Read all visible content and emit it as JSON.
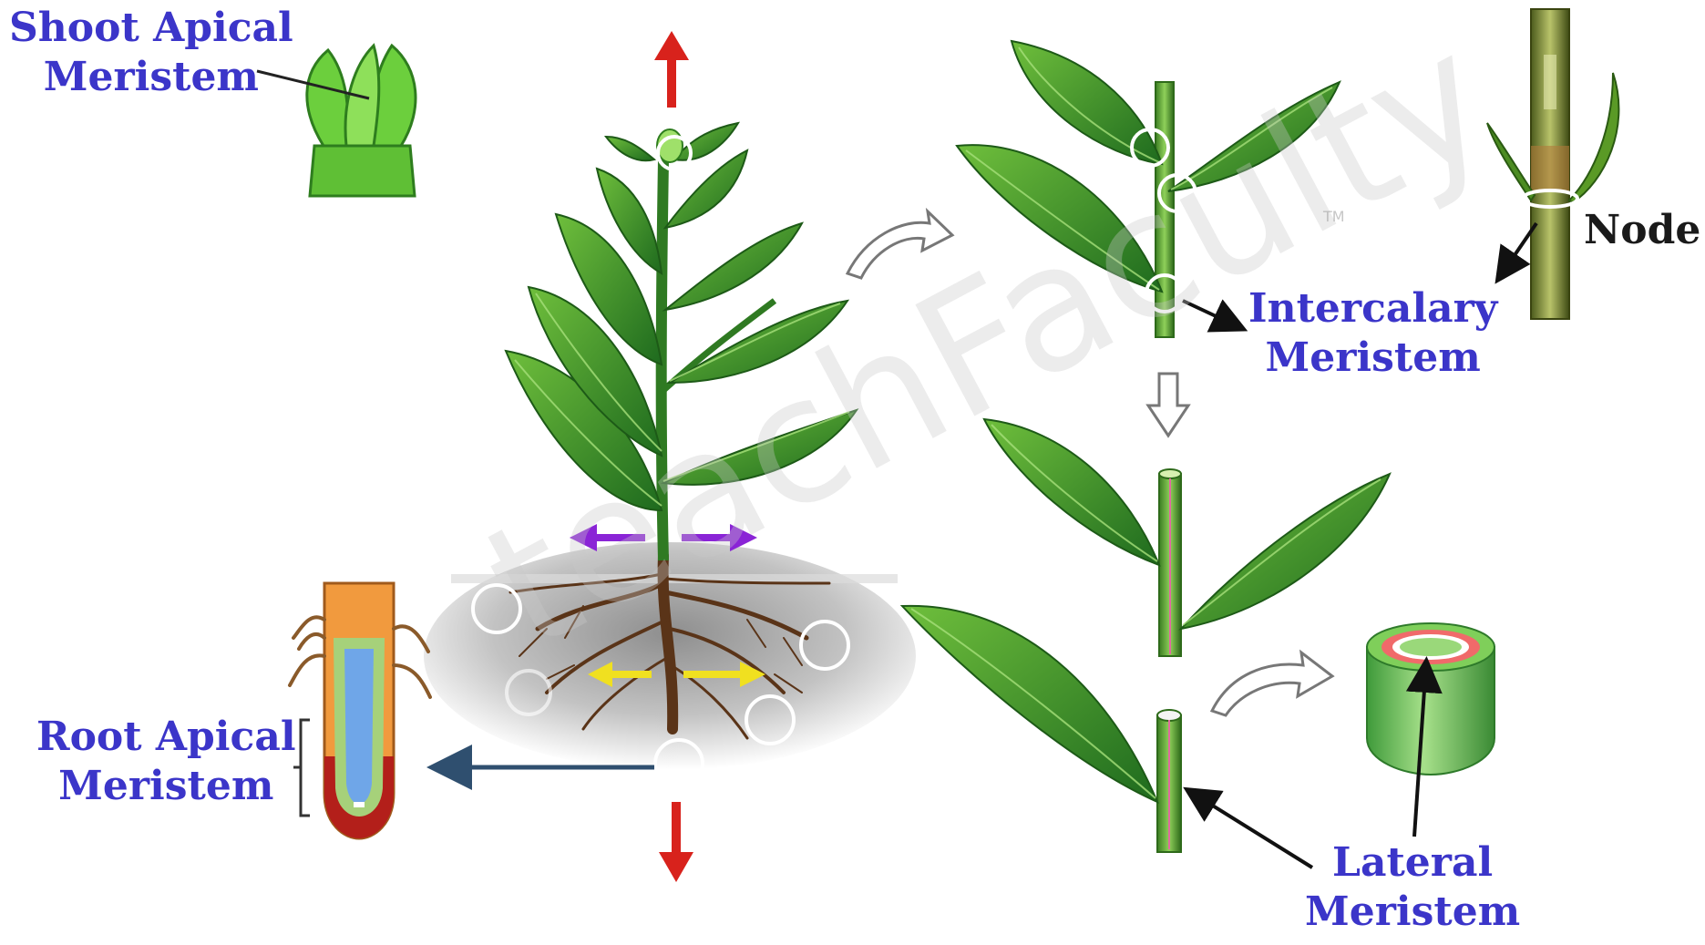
{
  "labels": {
    "shoot_apical": [
      "Shoot Apical",
      "Meristem"
    ],
    "root_apical": [
      "Root Apical",
      "Meristem"
    ],
    "intercalary": [
      "Intercalary",
      "Meristem"
    ],
    "lateral": [
      "Lateral",
      "Meristem"
    ],
    "node": "Node"
  },
  "watermark": "teachFaculty",
  "trademark": "TM",
  "colors": {
    "label_blue": "#3b35c9",
    "leaf_green": "#3a8a2a",
    "growth_arrow_vertical": "#d8221c",
    "growth_arrow_lateral": "#8a24d6",
    "growth_arrow_root": "#f0e020",
    "root_brown": "#5a3418"
  }
}
